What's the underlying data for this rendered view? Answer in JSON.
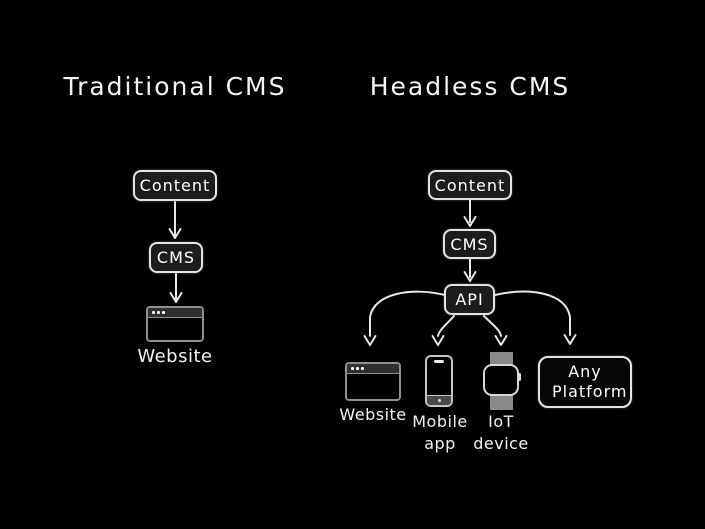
{
  "colors": {
    "background": "#000000",
    "stroke": "#e8e8e8",
    "node_fill": "#1c1c1c",
    "node_border": "#e3e3e3",
    "icon_gray": "#8f8f8f",
    "text": "#ffffff"
  },
  "left_diagram": {
    "title": "Traditional CMS",
    "content_node": "Content",
    "cms_node": "CMS",
    "website_label": "Website"
  },
  "right_diagram": {
    "title": "Headless CMS",
    "content_node": "Content",
    "cms_node": "CMS",
    "api_node": "API",
    "targets": [
      {
        "label": "Website",
        "icon": "browser-window"
      },
      {
        "label": "Mobile app",
        "icon": "smartphone"
      },
      {
        "label": "IoT device",
        "icon": "smartwatch"
      },
      {
        "label": "Any Platform",
        "icon": "rounded-box"
      }
    ]
  }
}
